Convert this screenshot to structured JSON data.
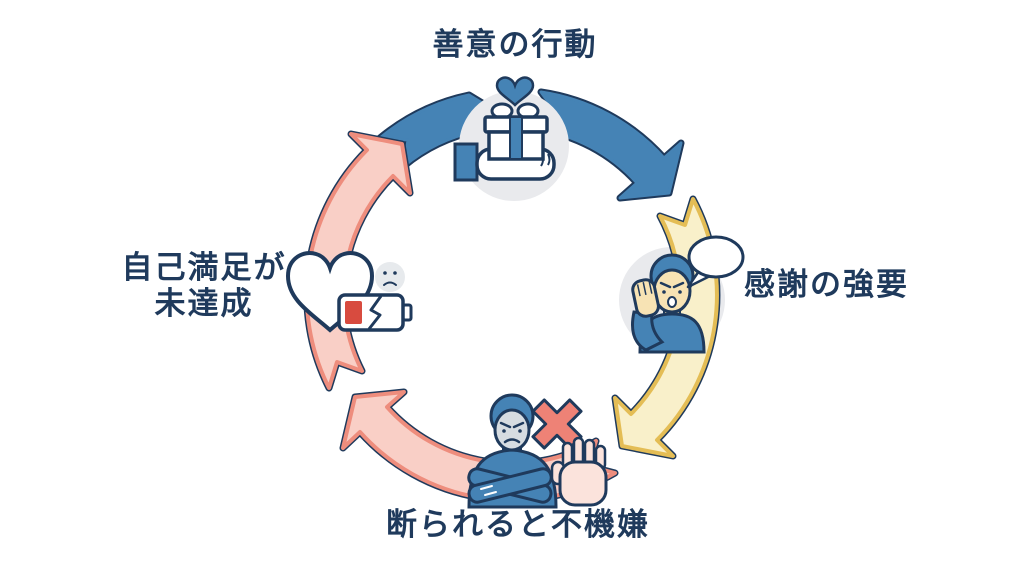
{
  "background_color": "#ffffff",
  "colors": {
    "outline_navy": "#1f3a5c",
    "text_navy": "#1f3a5c",
    "arrow_blue": "#4583b5",
    "arrow_yellow_fill": "#f9f0ca",
    "arrow_yellow_edge": "#e4bd55",
    "arrow_pink_fill": "#f9cfc6",
    "arrow_pink_edge": "#ee8d7d",
    "icon_circle_gray": "#e9eaed",
    "cross_mark_coral": "#ee8276",
    "battery_red": "#d84b3f",
    "skin_cream": "#f7e3b4",
    "face_gray": "#d6dce1",
    "stop_hand_pink": "#fbe3dc"
  },
  "cycle": {
    "direction": "clockwise",
    "steps": [
      {
        "position": "top",
        "label": "善意の行動",
        "icon": "gift-in-hand-icon"
      },
      {
        "position": "right",
        "label": "感謝の強要",
        "icon": "person-demanding-gratitude-icon"
      },
      {
        "position": "bottom",
        "label": "断られると不機嫌",
        "icon": "person-displeased-refusal-icon"
      },
      {
        "position": "left",
        "label": "自己満足が未達成",
        "label_line1": "自己満足が",
        "label_line2": "未達成",
        "icon": "unfulfilled-heart-low-battery-icon"
      }
    ],
    "arrows": [
      {
        "segment": "upper-left",
        "color_name": "blue",
        "points_toward": "top"
      },
      {
        "segment": "upper-right",
        "color_name": "blue",
        "points_toward": "right"
      },
      {
        "segment": "right",
        "color_name": "yellow",
        "points_toward": "bottom"
      },
      {
        "segment": "bottom",
        "color_name": "pink",
        "points_toward": "left"
      },
      {
        "segment": "left",
        "color_name": "pink",
        "points_toward": "top"
      }
    ]
  }
}
